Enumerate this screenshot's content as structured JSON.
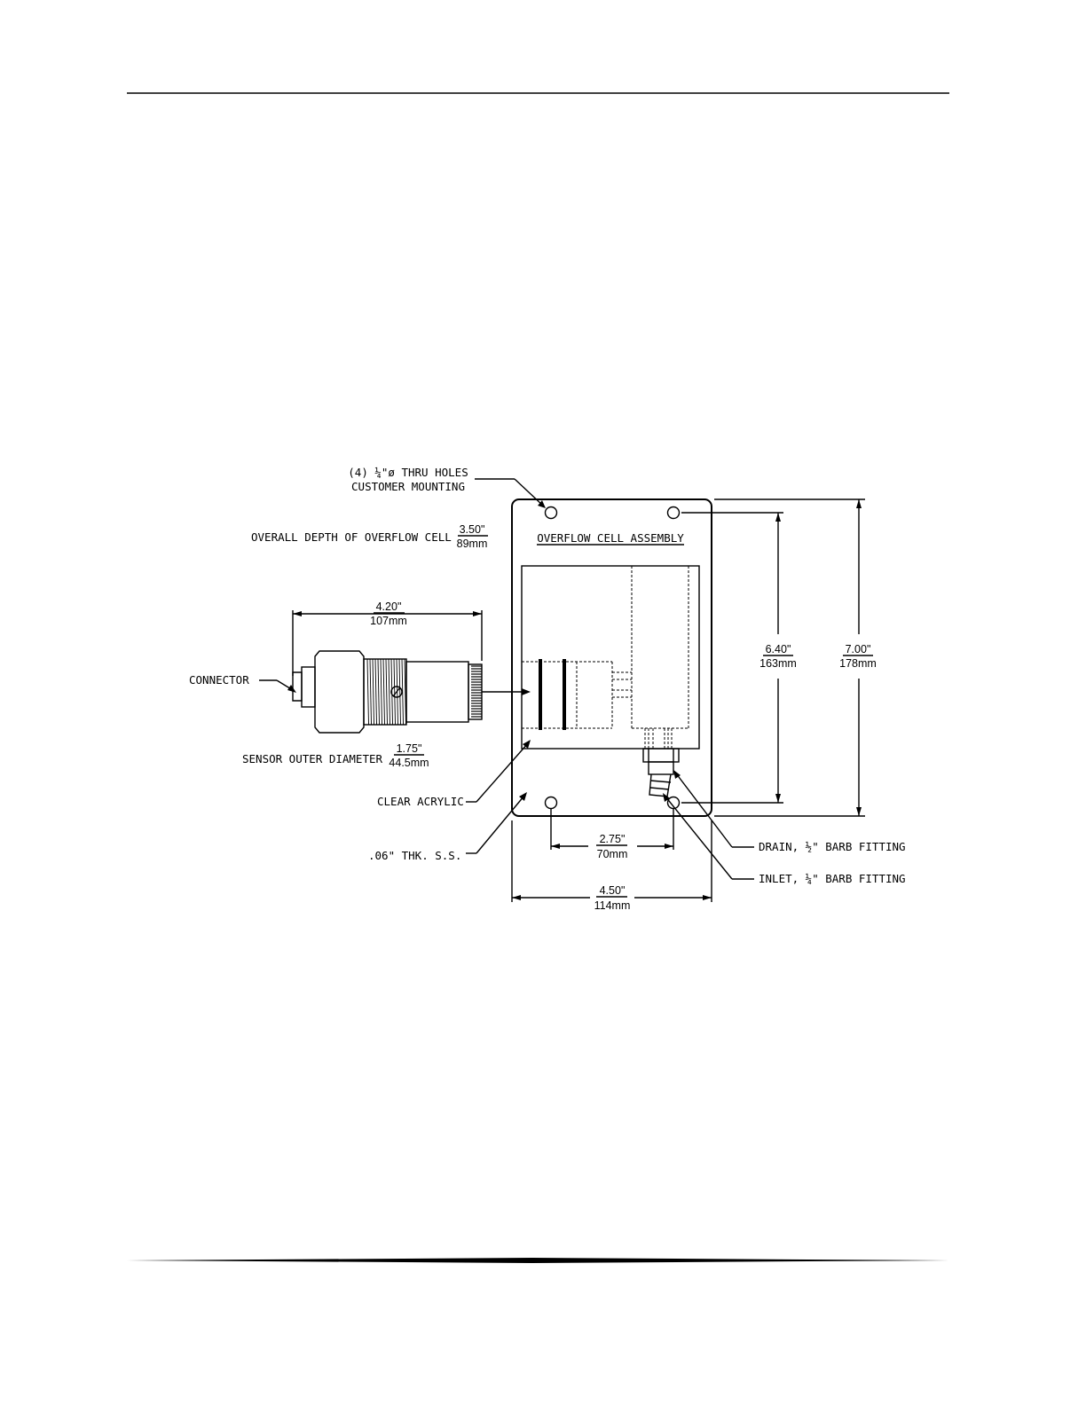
{
  "labels": {
    "holes_line1": "(4) ¼\"ø THRU HOLES",
    "holes_line2": "CUSTOMER MOUNTING",
    "assembly_title": "OVERFLOW CELL ASSEMBLY",
    "depth_label": "OVERALL DEPTH OF OVERFLOW CELL",
    "connector": "CONNECTOR",
    "sensor_od_label": "SENSOR OUTER DIAMETER",
    "clear_acrylic": "CLEAR ACRYLIC",
    "thk_ss": ".06\" THK. S.S.",
    "drain": "DRAIN, ½\" BARB FITTING",
    "inlet": "INLET, ¼\" BARB FITTING"
  },
  "dimensions": {
    "depth": {
      "imperial": "3.50\"",
      "metric": "89mm"
    },
    "sensor_length": {
      "imperial": "4.20\"",
      "metric": "107mm"
    },
    "sensor_od": {
      "imperial": "1.75\"",
      "metric": "44.5mm"
    },
    "hole_spacing": {
      "imperial": "2.75\"",
      "metric": "70mm"
    },
    "width": {
      "imperial": "4.50\"",
      "metric": "114mm"
    },
    "hole_height": {
      "imperial": "6.40\"",
      "metric": "163mm"
    },
    "height": {
      "imperial": "7.00\"",
      "metric": "178mm"
    }
  }
}
